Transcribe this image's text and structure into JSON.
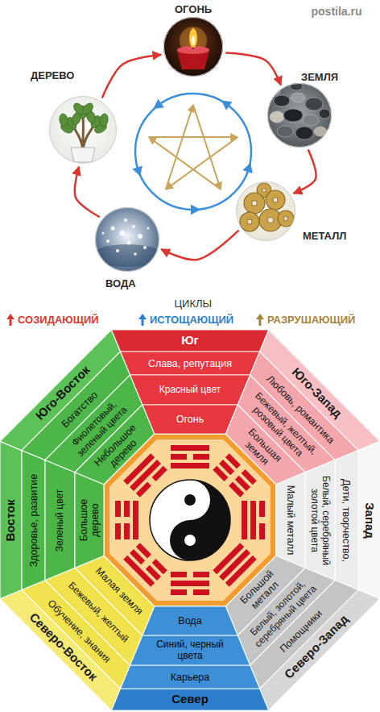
{
  "diagram": {
    "nodes": [
      {
        "text": [
          "ОГОНЬ"
        ]
      },
      {
        "text": [
          "ЗЕМЛЯ"
        ]
      },
      {
        "text": [
          "МЕТАЛЛ"
        ]
      },
      {
        "text": [
          "ВОДА"
        ]
      },
      {
        "text": [
          "ДЕРЕВО"
        ]
      },
      {
        "text": [
          "Юг",
          "Слава, репутация",
          "Красный цвет",
          "Огонь"
        ]
      },
      {
        "text": [
          "Юго-Запад",
          "Любовь, романтика",
          "Бежевый, желтый, розовый цвета",
          "Большая земля"
        ]
      },
      {
        "text": [
          "Запад",
          "Дети, творчество,",
          "Белый, серебряный золотой цвета",
          "Малый металл"
        ]
      },
      {
        "text": [
          "Северо-Запад",
          "Помощники",
          "Белый, золотой, серебряный цвета",
          "Большой металл"
        ]
      },
      {
        "text": [
          "Север",
          "Карьера",
          "Синий, черный цвета",
          "Вода"
        ]
      },
      {
        "text": [
          "Северо-Восток",
          "Обучение, знания",
          "Бежевый, желтый",
          "Малая земля"
        ]
      },
      {
        "text": [
          "Восток",
          "Здоровье, развитие",
          "Зеленый цвет",
          "Большое дерево"
        ]
      },
      {
        "text": [
          "Юго-Восток",
          "Богатство",
          "Фиолетовый, зеленый цвета",
          "Небольшое дерево"
        ]
      }
    ],
    "edges": [
      {
        "from": 4,
        "to": 0,
        "arrow": "to"
      },
      {
        "from": 0,
        "to": 1,
        "arrow": "to"
      },
      {
        "from": 1,
        "to": 2,
        "arrow": "to"
      },
      {
        "from": 2,
        "to": 3,
        "arrow": "to"
      },
      {
        "from": 3,
        "to": 4,
        "arrow": "to"
      }
    ],
    "labels": [
      "ЦИКЛЫ",
      "postila.ru"
    ],
    "legend": [
      {
        "text": "СОЗИДАЮЩИЙ"
      },
      {
        "text": "ИСТОЩАЮЩИЙ"
      },
      {
        "text": "РАЗРУШАЮЩИЙ"
      }
    ]
  }
}
